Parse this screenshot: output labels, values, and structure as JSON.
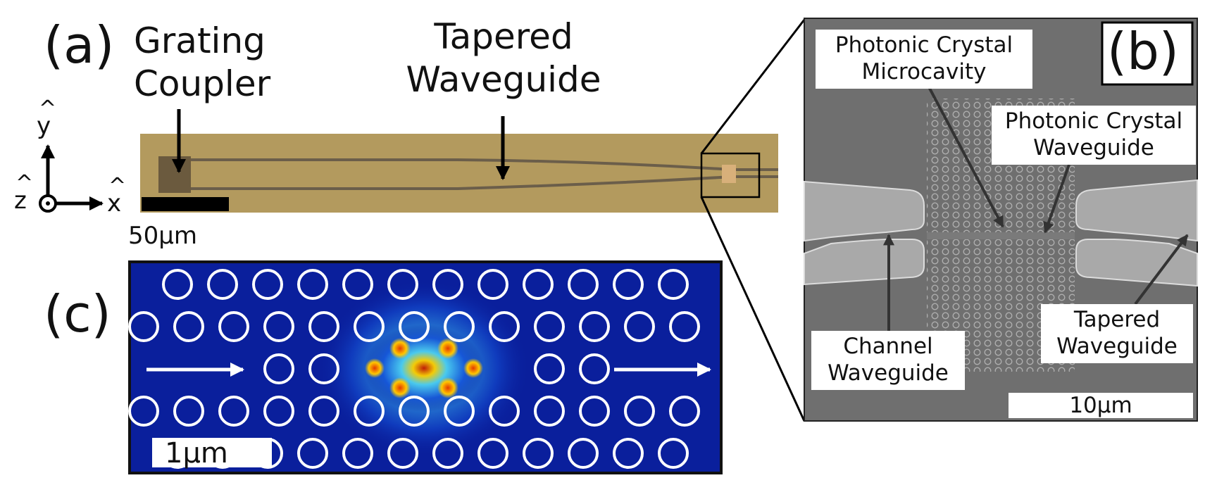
{
  "panel_a": {
    "letter": "(a)",
    "grating_label": [
      "Grating",
      "Coupler"
    ],
    "tapered_label": [
      "Tapered",
      "Waveguide"
    ],
    "axis": {
      "y": "y",
      "z": "z",
      "x": "x"
    },
    "scalebar_text": "50µm"
  },
  "panel_b": {
    "letter": "(b)",
    "pc_microcavity": [
      "Photonic Crystal",
      "Microcavity"
    ],
    "pc_waveguide": [
      "Photonic Crystal",
      "Waveguide"
    ],
    "channel_waveguide": [
      "Channel",
      "Waveguide"
    ],
    "tapered_waveguide": [
      "Tapered",
      "Waveguide"
    ],
    "scalebar_text": "10µm"
  },
  "panel_c": {
    "letter": "(c)",
    "scalebar_text": "1µm"
  },
  "colors": {
    "chip_background": "#b39a5e",
    "sem_background": "#6f6f6f",
    "field_background": "#0a1f9c",
    "hole_outline": "#ffffff",
    "field_peak": "#c81e00"
  }
}
